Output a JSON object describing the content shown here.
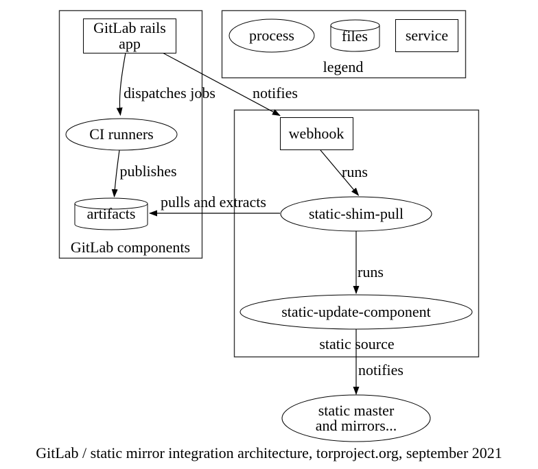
{
  "title": {
    "caption": "GitLab / static mirror integration architecture, torproject.org, september 2021"
  },
  "legend": {
    "label": "legend",
    "items": [
      {
        "shape": "ellipse",
        "label": "process"
      },
      {
        "shape": "cylinder",
        "label": "files"
      },
      {
        "shape": "rectangle",
        "label": "service"
      }
    ]
  },
  "clusters": {
    "gitlab_components": {
      "label": "GitLab components"
    },
    "static_source": {
      "label": "static source"
    }
  },
  "nodes": {
    "gitlab_rails_app": {
      "shape": "rectangle",
      "lines": [
        "GitLab rails",
        "app"
      ]
    },
    "ci_runners": {
      "shape": "ellipse",
      "label": "CI runners"
    },
    "artifacts": {
      "shape": "cylinder",
      "label": "artifacts"
    },
    "webhook": {
      "shape": "rectangle",
      "label": "webhook"
    },
    "static_shim_pull": {
      "shape": "ellipse",
      "label": "static-shim-pull"
    },
    "static_update_component": {
      "shape": "ellipse",
      "label": "static-update-component"
    },
    "static_master": {
      "shape": "ellipse",
      "lines": [
        "static master",
        "and mirrors..."
      ]
    }
  },
  "edges": [
    {
      "from": "gitlab_rails_app",
      "to": "ci_runners",
      "label": "dispatches jobs"
    },
    {
      "from": "gitlab_rails_app",
      "to": "webhook",
      "label": "notifies"
    },
    {
      "from": "ci_runners",
      "to": "artifacts",
      "label": "publishes"
    },
    {
      "from": "webhook",
      "to": "static_shim_pull",
      "label": "runs"
    },
    {
      "from": "static_shim_pull",
      "to": "artifacts",
      "label": "pulls and extracts"
    },
    {
      "from": "static_shim_pull",
      "to": "static_update_component",
      "label": "runs"
    },
    {
      "from": "static_update_component",
      "to": "static_master",
      "label": "notifies"
    }
  ],
  "colors": {
    "stroke": "#000000",
    "cluster_stroke": "#333333",
    "background": "#ffffff",
    "text": "#000000"
  }
}
